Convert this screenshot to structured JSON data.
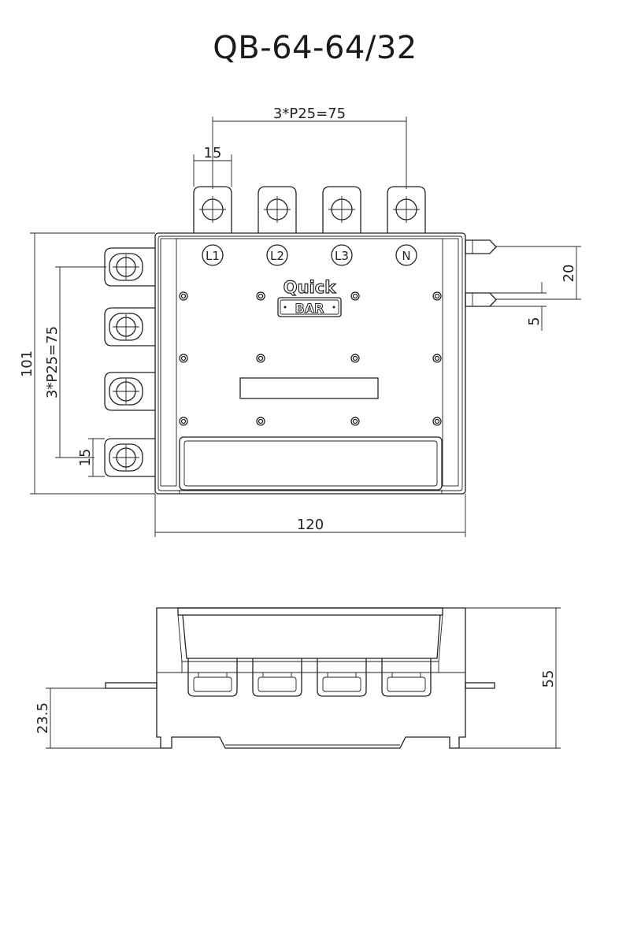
{
  "title": "QB-64-64/32",
  "top_view": {
    "terminal_labels": [
      "L1",
      "L2",
      "L3",
      "N"
    ],
    "logo": {
      "line1": "Quick",
      "line2": "BAR"
    },
    "dimensions": {
      "top_pitch": "3*P25=75",
      "top_width": "15",
      "left_pitch": "3*P25=75",
      "left_width": "15",
      "height": "101",
      "width": "120",
      "right_spacing": "20",
      "right_thickness": "5"
    }
  },
  "side_view": {
    "dimensions": {
      "height": "55",
      "tab_height": "23.5"
    }
  }
}
